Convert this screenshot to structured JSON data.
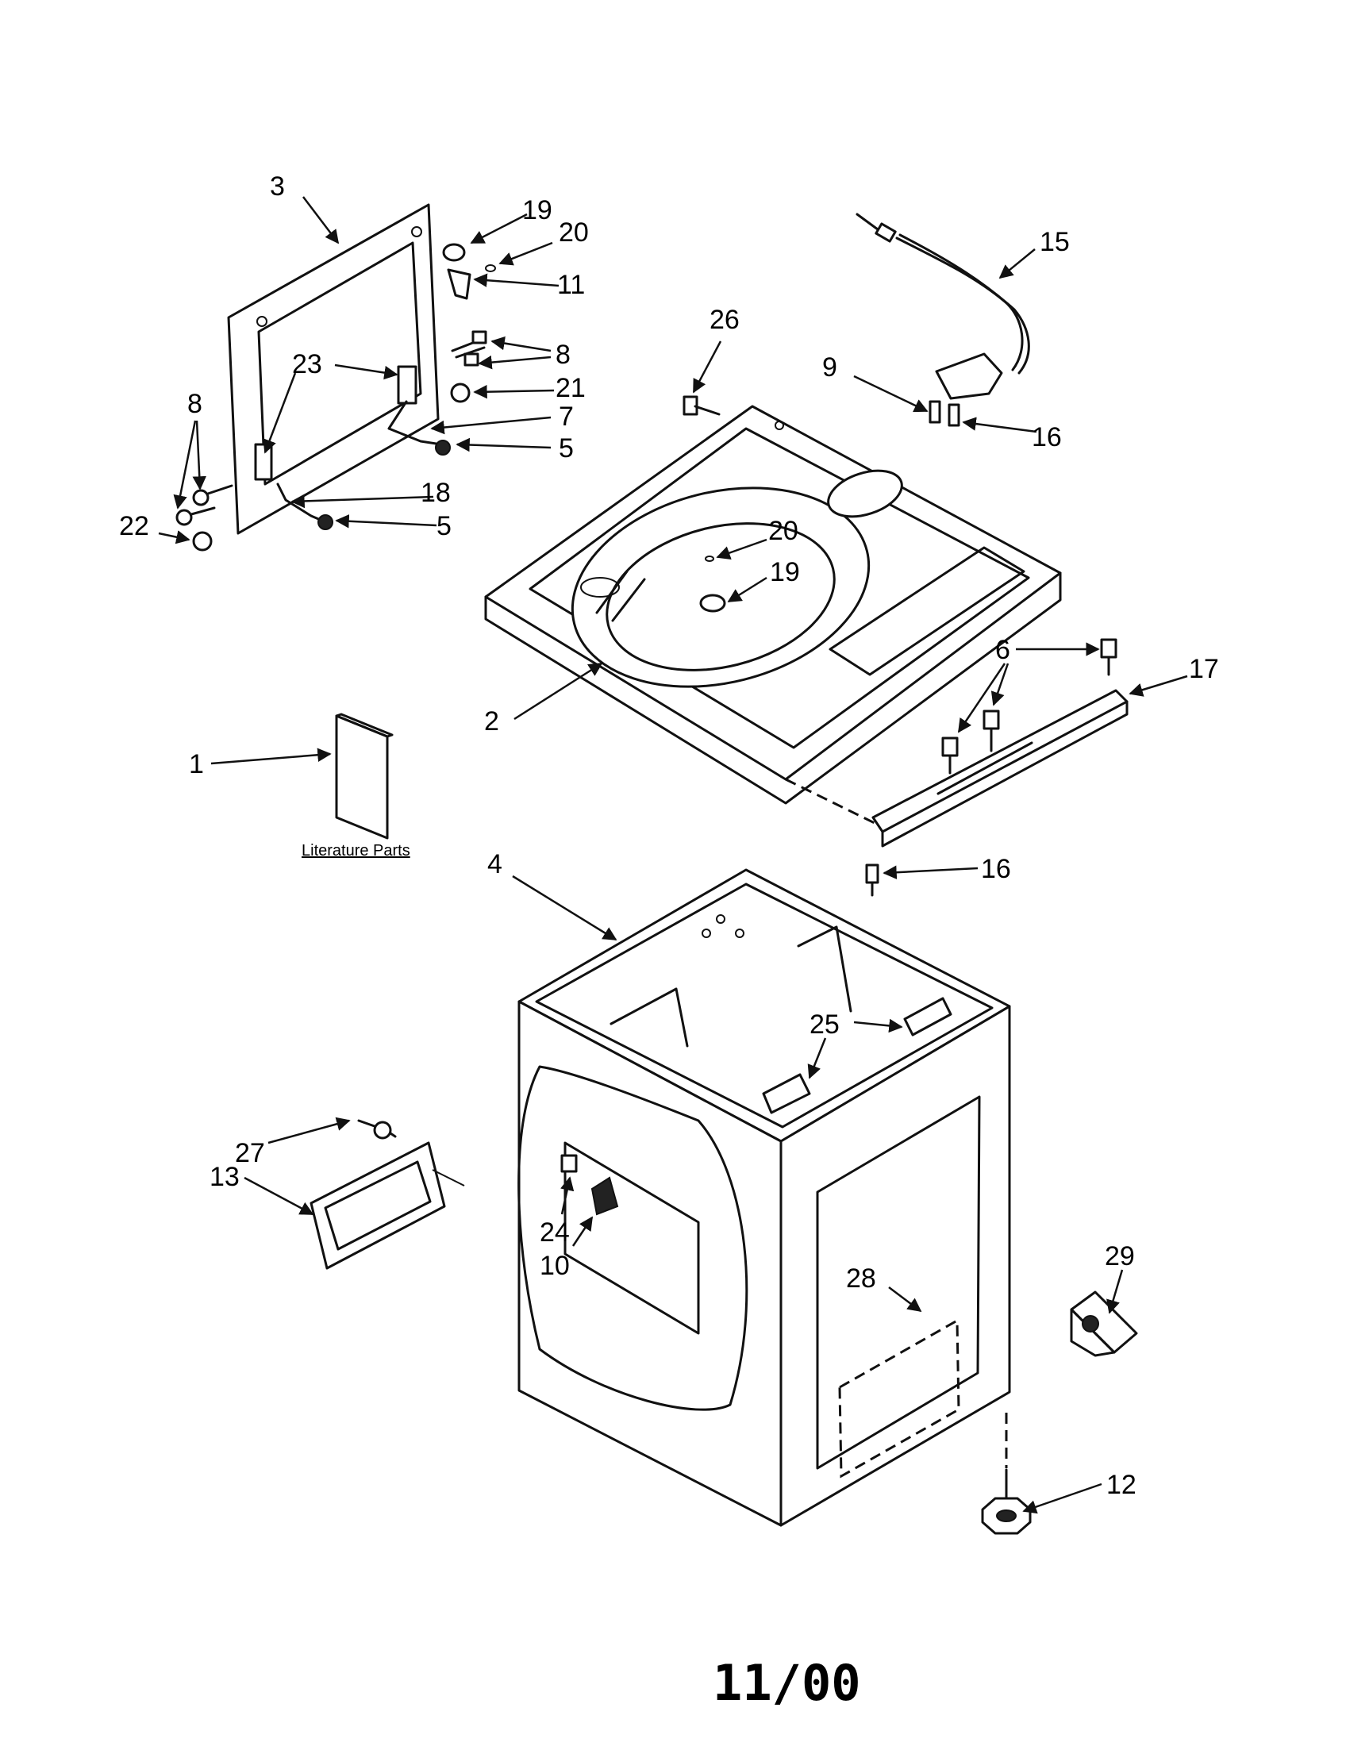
{
  "labels": {
    "p1": "1",
    "p2": "2",
    "p3": "3",
    "p4": "4",
    "p5a": "5",
    "p5b": "5",
    "p6": "6",
    "p7": "7",
    "p8a": "8",
    "p8b": "8",
    "p9": "9",
    "p10": "10",
    "p11": "11",
    "p12": "12",
    "p13": "13",
    "p15": "15",
    "p16a": "16",
    "p16b": "16",
    "p17": "17",
    "p18": "18",
    "p19a": "19",
    "p19b": "19",
    "p20a": "20",
    "p20b": "20",
    "p21": "21",
    "p22": "22",
    "p23": "23",
    "p24": "24",
    "p25": "25",
    "p26": "26",
    "p27": "27",
    "p28": "28",
    "p29": "29"
  },
  "literature_label": "Literature Parts",
  "footer_code": "11/00"
}
